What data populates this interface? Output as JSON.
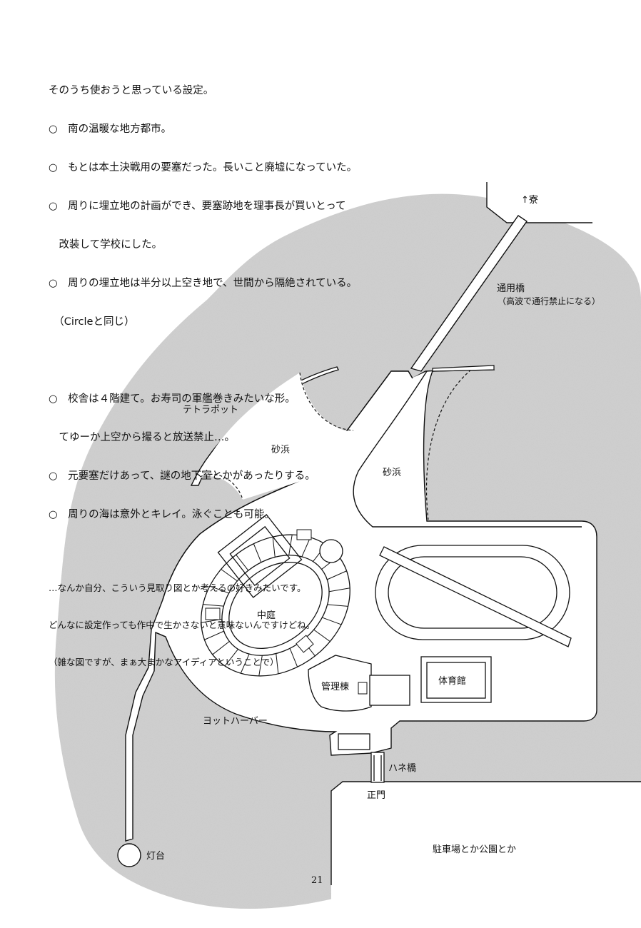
{
  "notes": {
    "heading": "そのうち使おうと思っている設定。",
    "items": [
      "○　南の温暖な地方都市。",
      "○　もとは本土決戦用の要塞だった。長いこと廃墟になっていた。",
      "○　周りに埋立地の計画ができ、要塞跡地を理事長が買いとって",
      "　改装して学校にした。",
      "○　周りの埋立地は半分以上空き地で、世間から隔絶されている。",
      "　（Circleと同じ）",
      "",
      "○　校舎は４階建て。お寿司の軍艦巻きみたいな形。",
      "　てゆーか上空から撮ると放送禁止…。",
      "○　元要塞だけあって、謎の地下室とかがあったりする。",
      "○　周りの海は意外とキレイ。泳ぐことも可能。"
    ],
    "comment": [
      "…なんか自分、こういう見取り図とか考えるの好きみたいです。",
      "どんなに設定作っても作中で生かさないと意味ないんですけどね。",
      "（雑な図ですが、まぁ大まかなアイディアということで）"
    ]
  },
  "map_labels": {
    "dorm": "↑寮",
    "bridge": "通用橋",
    "bridge_note": "（高波で通行禁止になる）",
    "tetrapod": "テトラポット",
    "beach_left": "砂浜",
    "beach_right": "砂浜",
    "courtyard": "中庭",
    "admin": "管理棟",
    "gym": "体育館",
    "yacht_harbor": "ヨットハーバー",
    "drawbridge": "ハネ橋",
    "main_gate": "正門",
    "lighthouse": "灯台",
    "parking": "駐車場とか公園とか"
  },
  "page_number": "21"
}
